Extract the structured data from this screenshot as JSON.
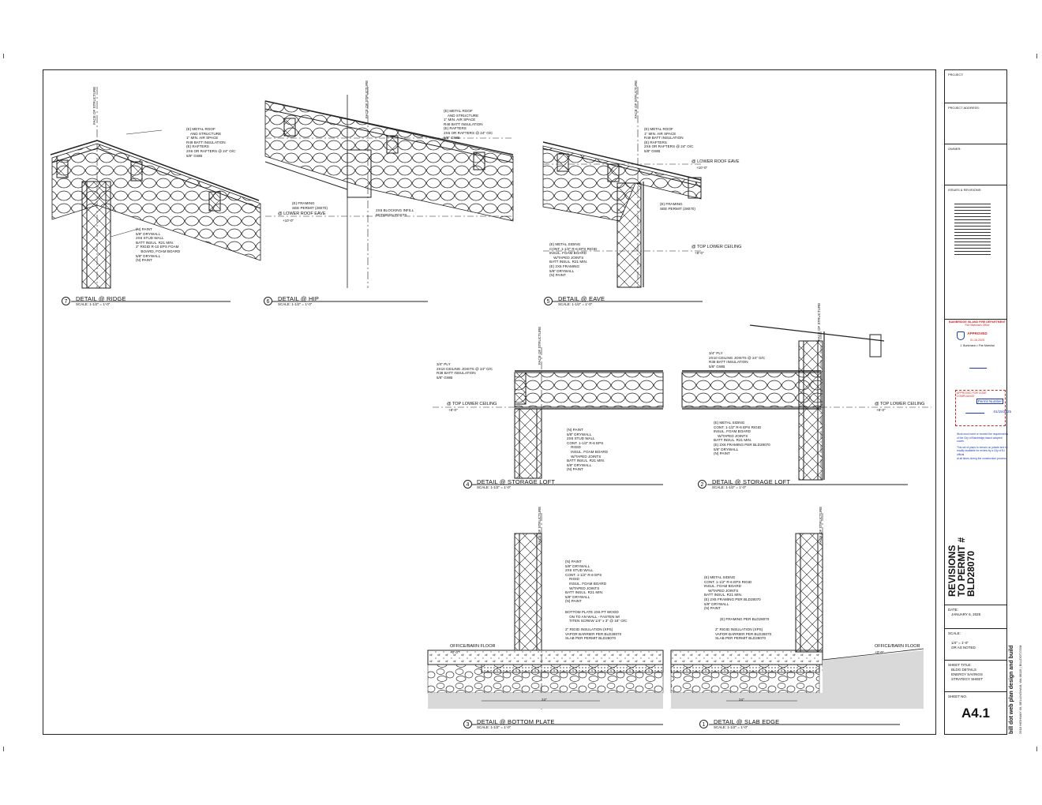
{
  "details": [
    {
      "num": "7",
      "title": "DETAIL @ RIDGE",
      "scale": "SCALE: 1-1/2\" = 1'-0\""
    },
    {
      "num": "6",
      "title": "DETAIL @ HIP",
      "scale": "SCALE: 1-1/2\" = 1'-0\""
    },
    {
      "num": "5",
      "title": "DETAIL @ EAVE",
      "scale": "SCALE: 1-1/2\" = 1'-0\""
    },
    {
      "num": "4",
      "title": "DETAIL @ STORAGE LOFT",
      "scale": "SCALE: 1-1/2\" = 1'-0\""
    },
    {
      "num": "2",
      "title": "DETAIL @ STORAGE LOFT",
      "scale": "SCALE: 1-1/2\" = 1'-0\""
    },
    {
      "num": "3",
      "title": "DETAIL @ BOTTOM PLATE",
      "scale": "SCALE: 1-1/2\" = 1'-0\""
    },
    {
      "num": "1",
      "title": "DETAIL @ SLAB EDGE",
      "scale": "SCALE: 1-1/2\" = 1'-0\""
    }
  ],
  "notes": {
    "ridge_roof": "(E) METAL ROOF\n    AND STRUCTURE\n1\" MIN. AIR SPACE\nR49 BATT INSULATION\n(E) RAFTERS\n2X6 OR RAFTERS @ 24\" O/C\n5/8\" GWB",
    "ridge_wall": "(N) PAINT\n5/8\" DRYWALL\n2X6 STUD WALL\nBATT INSUL. R21 MIN.\n2\" RIGID R-10 EPS FOAM\n     BOARD, FOAM BOARD\n5/8\" DRYWALL\n(N) PAINT",
    "hip_roof": "(E) METAL ROOF\n    AND STRUCTURE\n1\" MIN. AIR SPACE\nR49 BATT INSULATION\n(E) RAFTERS\n2X6 OR RAFTERS @ 24\" O/C\n5/8\" GWB",
    "hip_framing": "(E) FRAMING\nSEE PERMIT (28070)",
    "hip_blocking": "2X6 BLOCKING INFILL\nBETWEEN POSTS",
    "eave_roof": "(E) METAL ROOF\n1\" MIN. AIR SPACE\nR49 BATT INSULATION\n(E) RAFTERS\n2X6 OR RAFTERS @ 24\" O/C\n5/8\" GWB",
    "eave_framing": "(E) FRAMING\nSEE PERMIT (28070)",
    "eave_wall": "(E) METAL SIDING\nCONT. 1-1/2\" R-6 EPS RIGID\nINSUL. FOAM BOARD\n    W/TAPED JOINTS\nBATT INSUL. R21 MIN.\n(E) 2X6 FRAMING\n5/8\" DRYWALL\n(N) PAINT",
    "loft4_ceiling": "3/4\" PLY\n2X10 CEILING JOISTS @ 24\" O/C\nR38 BATT INSULATION\n5/8\" GWB",
    "loft4_wall": "(N) PAINT\n5/8\" DRYWALL\n2X6 STUD WALL\nCONT. 1-1/2\" R-6 EPS\n    RIGID\n    INSUL. FOAM BOARD\n    W/TAPED JOINTS\nBATT INSUL. R21 MIN.\n5/8\" DRYWALL\n(N) PAINT",
    "loft2_ceiling": "3/4\" PLY\n2X10 CEILING JOISTS @ 24\" O/C\nR38 BATT INSULATION\n5/8\" GWB",
    "loft2_wall": "(E) METAL SIDING\nCONT. 1-1/2\" R-6 EPS RIGID\nINSUL. FOAM BOARD\n    W/TAPED JOINTS\nBATT INSUL. R21 MIN.\n(E) 2X6 FRAMING PER BLD28070\n5/8\" DRYWALL\n(N) PAINT",
    "bottom_wall": "(N) PAINT\n5/8\" DRYWALL\n2X6 STUD WALL\nCONT. 1-1/2\" R-6 EPS\n    RIGID\n    INSUL. FOAM BOARD\n    W/TAPED JOINTS\nBATT INSUL. R21 MIN.\n5/8\" DRYWALL\n(N) PAINT",
    "bottom_plate": "BOTTOM PLATE 2X6 PT WOOD\n    ON TO AN WALL - FASTEN W/\n    TITEN SCREW 1/4\" x 3\" @ 16\" O/C",
    "bottom_slab": "2\" RIGID INSULATION (XPS)\nVAPOR BARRIER PER BLD28070\nSLAB PER PERMIT BLD28070",
    "slab_wall": "(E) METAL SIDING\nCONT. 1-1/2\" R-6 EPS RIGID\nINSUL. FOAM BOARD\n    W/TAPED JOINTS\nBATT INSUL. R21 MIN.\n(E) 2X6 FRAMING PER BLD28070\n5/8\" DRYWALL\n(N) PAINT",
    "slab_framing": "(E) FRAMING PER BLD28070",
    "slab_layers": "2\" RIGID INSULATION (XPS)\nVAPOR BARRIER PER BLD28070\nSLAB PER PERMIT BLD28070"
  },
  "labels": {
    "face_of_structure": "FACE OF STRUCTURE",
    "lower_roof_eave": "@ LOWER ROOF EAVE",
    "lower_roof_eave_val": "+10'-0\"",
    "top_lower_ceiling": "@ TOP LOWER CEILING",
    "top_lower_ceiling_val": "+8'-0\"",
    "office_barn_floor": "OFFICE/BARN FLOOR",
    "office_barn_floor_val": "+0'-0\"",
    "dim_24": "24\""
  },
  "title_block": {
    "project": "PROJECT:",
    "project_address": "PROJECT ADDRESS:",
    "owner": "OWNER:",
    "issues": "ISSUES & REVISIONS:",
    "revision_title_1": "REVISIONS",
    "revision_title_2": "TO PERMIT #",
    "revision_title_3": "BLD28070",
    "date_label": "DATE:",
    "date_value": "JANUARY 6, 2025",
    "scale_label": "SCALE:",
    "scale_value_1": "1/4\" = 1'-0\"",
    "scale_value_2": "OR AS NOTED",
    "sheet_title_label": "SHEET TITLE:",
    "sheet_title_value": "BLDG DETAILS\nENERGY SAVINGS\nSTRATEGY SHEET",
    "sheet_label": "SHEET NO.",
    "sheet_no": "A4.1",
    "firm": "bill dot   web plan design and build",
    "firm_address": "2918 HIGHWAY 99, BELLINGHAM, WA 98115 | BILLDOT.COM"
  },
  "stamps": {
    "fire_dept": "BAINBRIDGE ISLAND FIRE DEPARTMENT",
    "fire_sub": "Fire Marshal's Office",
    "approved": "APPROVED",
    "approved_date": "01.16.2025",
    "fire_marshal": "J. Burkmann • Fire Marshal",
    "permit_label": "Permit Number",
    "permit_text": "APPROVED FOR CODE COMPLIANCE",
    "permit_date": "01/15/2025",
    "permit_note_1": "Work must meet or exceed the requirements",
    "permit_note_2": "of the City of Bainbridge Island adopted codes.",
    "permit_note_3": "This set of plans to remain on jobsite and be",
    "permit_note_4": "readily available for review by a City of B.I. official",
    "permit_note_5": "at all times during the construction process."
  },
  "colors": {
    "line": "#222222",
    "stamp_red": "#c62828",
    "stamp_blue": "#1a3bb0",
    "ground": "#d9d9d9"
  }
}
